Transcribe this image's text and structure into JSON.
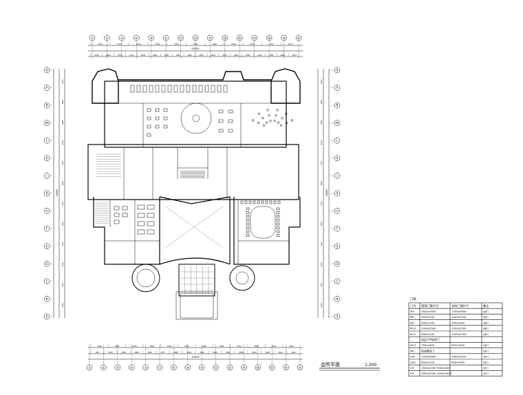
{
  "drawing": {
    "plan_title": "会所平面",
    "scale": "1:200",
    "overall_top": "43435",
    "overall_bottom": "43435",
    "overall_left": "33697",
    "overall_right": "33697"
  },
  "axes": {
    "top": [
      "①",
      "③",
      "⑤",
      "⑥",
      "⑨",
      "⑪",
      "⑫",
      "⑬",
      "⑭",
      "⑮",
      "⑯",
      "⑰",
      "⑱",
      "⑳",
      "㉑"
    ],
    "bottom": [
      "①",
      "②",
      "③",
      "④",
      "⑤",
      "⑦",
      "⑧",
      "⑨",
      "⑩",
      "⑫",
      "⑬",
      "⑭",
      "⑯",
      "⑰",
      "⑱",
      "㉑"
    ],
    "left": [
      "Q",
      "P",
      "N",
      "M",
      "L",
      "K",
      "J",
      "H",
      "G",
      "F",
      "E",
      "D",
      "C",
      "B",
      "A"
    ],
    "right": [
      "Q",
      "P",
      "N",
      "M",
      "L",
      "K",
      "J",
      "H",
      "G",
      "F",
      "E",
      "D",
      "C",
      "B",
      "A"
    ]
  },
  "top_dims_row1": [
    "4243",
    "1757",
    "3243",
    "7000",
    "1500",
    "2500",
    "1500",
    "7000",
    "3243",
    "1757",
    "4243"
  ],
  "top_dims_row2": [
    "1354",
    "2889",
    "1300",
    "1343",
    "2000",
    "1800",
    "1500",
    "1000",
    "1800",
    "2500",
    "1800",
    "1500",
    "1800",
    "2000",
    "1343",
    "1300",
    "2889",
    "1354"
  ],
  "bottom_dims_row1": [
    "3500",
    "2500",
    "1500",
    "1500",
    "2500",
    "7000",
    "1000",
    "2500",
    "1500",
    "2500",
    "1500",
    "3500"
  ],
  "bottom_dims_row2": [
    "1957",
    "1543",
    "1000",
    "3000",
    "1500",
    "1757",
    "1900",
    "7000",
    "2500",
    "2500",
    "5000",
    "2000",
    "2500",
    "1000",
    "1543",
    "1957"
  ],
  "side_dims": [
    "2120",
    "1880",
    "4690",
    "6000",
    "2000",
    "1800",
    "1200",
    "4500",
    "3000",
    "3000",
    "1800",
    "4000"
  ],
  "schedule": {
    "heading": "门表",
    "columns": [
      "门号",
      "墙洞门宽尺寸",
      "总的门洞尺寸",
      "备注"
    ],
    "rows": [
      [
        "M3",
        "1800x2600",
        "1700x2600",
        "内部门"
      ],
      [
        "M5",
        "900x2100",
        "1000x2500",
        "内部门"
      ],
      [
        "M9",
        "950x2100",
        "950x2500",
        "内部门"
      ],
      [
        "M10",
        "1000x2500",
        "1000x2500",
        "内部门"
      ],
      [
        "M11",
        "900x2100",
        "1000x2500",
        "内部门"
      ],
      [
        "",
        "成品门中标的门",
        "",
        ""
      ],
      [
        "M13",
        "750x2000",
        "950x2500",
        "内部门"
      ],
      [
        "M6",
        "成品推拉门",
        "",
        "室外门"
      ],
      [
        "LM1",
        "1700x2600",
        "1600x2500",
        "室外门"
      ],
      [
        "LM2",
        "800x2400",
        "900x2500",
        "室外门"
      ],
      [
        "LM",
        "1500x2400 900x2400",
        "",
        "室外门"
      ],
      [
        "LM",
        "1600x2400 2400x2400",
        "",
        "室外门"
      ]
    ]
  }
}
